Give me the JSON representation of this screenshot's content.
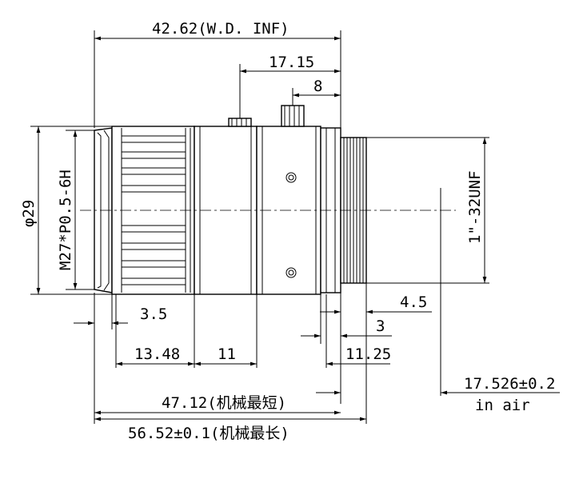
{
  "drawing": {
    "dims": {
      "wd_length": "42.62(W.D.  INF)",
      "screw_to_flange": "17.15",
      "screw_gap": "8",
      "outer_diameter": "φ29",
      "filter_thread": "M27*P0.5-6H",
      "mount_thread": "1\"-32UNF",
      "front_step": "3.5",
      "thread_depth": "4.5",
      "flange_gap": "3",
      "focus_ring": "13.48",
      "mid_section": "11",
      "rear_section": "11.25",
      "flange_back": "17.526±0.2",
      "flange_back_note": "in air",
      "len_min": "47.12(机械最短)",
      "len_max": "56.52±0.1(机械最长)"
    }
  }
}
